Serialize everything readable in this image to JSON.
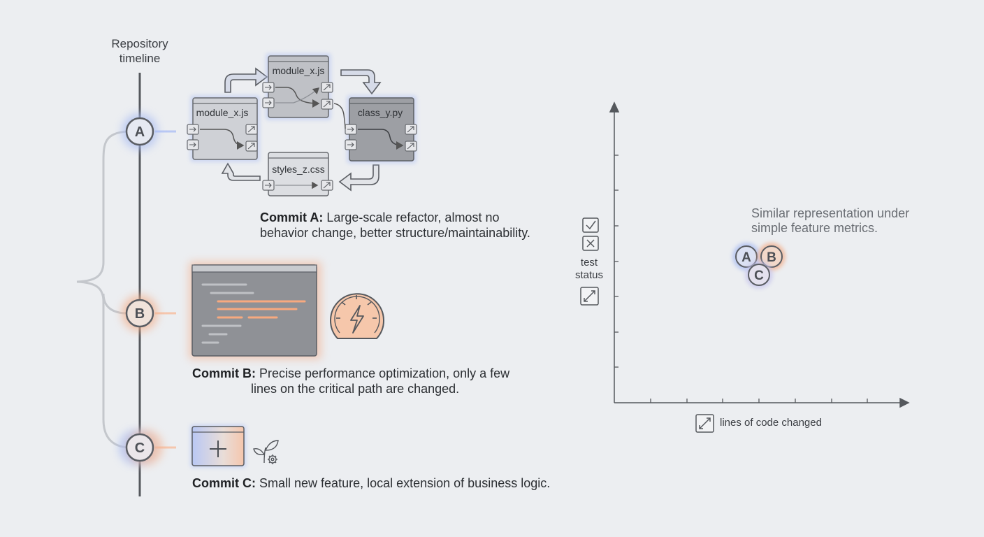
{
  "timeline": {
    "title_line1": "Repository",
    "title_line2": "timeline",
    "commits": [
      {
        "id": "A",
        "color": "#9fb4ef",
        "caption_label": "Commit A:",
        "caption_line1": "Large-scale refactor, almost no",
        "caption_line2": "behavior change, better structure/maintainability."
      },
      {
        "id": "B",
        "color": "#f3ae8c",
        "caption_label": "Commit B:",
        "caption_line1": "Precise performance optimization, only a few",
        "caption_line2": "lines on the critical path are changed."
      },
      {
        "id": "C",
        "color": "#9fb4ef",
        "caption_label": "Commit C:",
        "caption_line1": "Small new feature, local extension of business logic.",
        "caption_line2": ""
      }
    ]
  },
  "refactor_diagram": {
    "files": [
      "module_x.js",
      "module_x.js",
      "class_y.py",
      "styles_z.css"
    ]
  },
  "metric_plot": {
    "y_label_line1": "test",
    "y_label_line2": "status",
    "x_label": "lines of code changed",
    "note_line1": "Similar representation under",
    "note_line2": "simple feature metrics.",
    "points": [
      "A",
      "B",
      "C"
    ]
  },
  "colors": {
    "accent_blue": "#9fb4ef",
    "accent_orange": "#f3ae8c",
    "line_gray": "#55585d",
    "brace_gray": "#c4c7cc"
  }
}
